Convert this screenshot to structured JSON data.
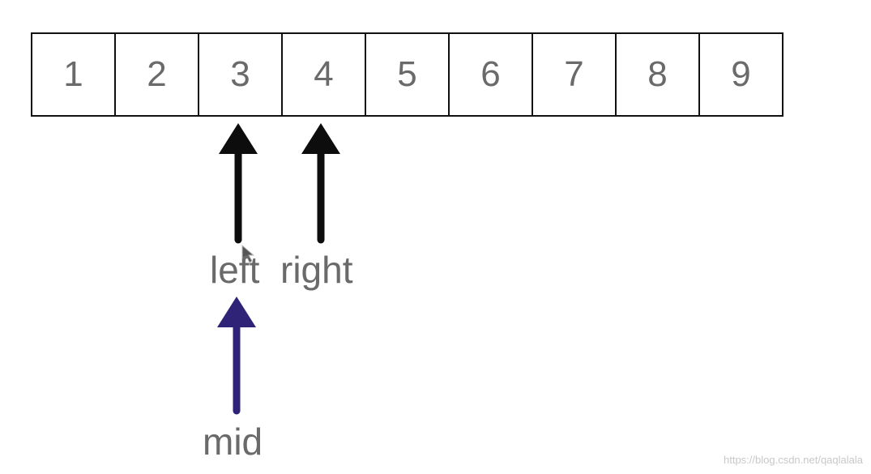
{
  "array": {
    "cells": [
      "1",
      "2",
      "3",
      "4",
      "5",
      "6",
      "7",
      "8",
      "9"
    ]
  },
  "pointers": {
    "left": "left",
    "right": "right",
    "mid": "mid"
  },
  "colors": {
    "pointer_black": "#0d0d0d",
    "pointer_mid": "#2e2377",
    "text": "#6a6a6a"
  },
  "watermark": "https://blog.csdn.net/qaqlalala"
}
